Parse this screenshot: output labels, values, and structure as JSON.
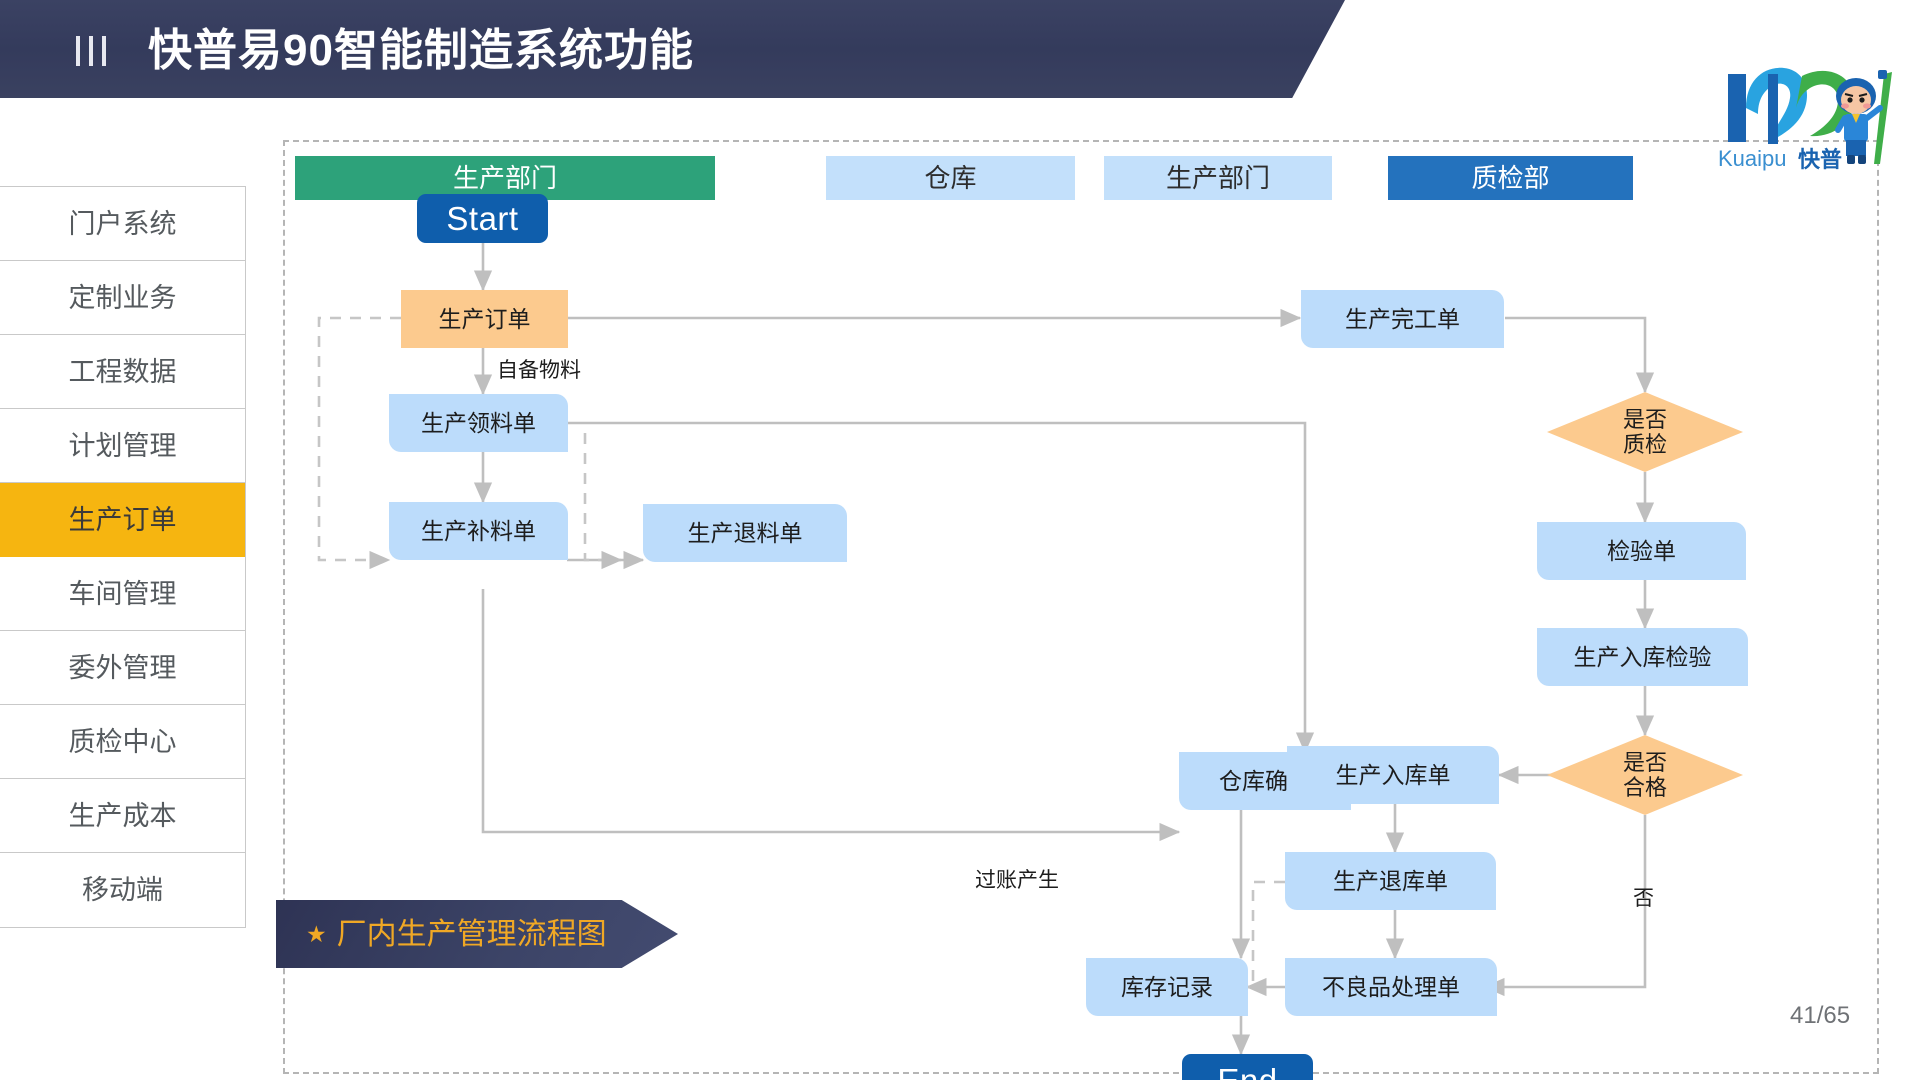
{
  "header": {
    "menu_icon": "bars-icon",
    "title": "快普易90智能制造系统功能"
  },
  "brand": {
    "logo_text_en": "Kuaipu",
    "logo_text_cn": "快普",
    "logo_icon": "kuaipu-logo-icon",
    "mascot_icon": "mascot-icon"
  },
  "sidebar": {
    "items": [
      {
        "label": "门户系统",
        "active": false
      },
      {
        "label": "定制业务",
        "active": false
      },
      {
        "label": "工程数据",
        "active": false
      },
      {
        "label": "计划管理",
        "active": false
      },
      {
        "label": "生产订单",
        "active": true
      },
      {
        "label": "车间管理",
        "active": false
      },
      {
        "label": "委外管理",
        "active": false
      },
      {
        "label": "质检中心",
        "active": false
      },
      {
        "label": "生产成本",
        "active": false
      },
      {
        "label": "移动端",
        "active": false
      }
    ]
  },
  "diagram": {
    "lanes": [
      {
        "label": "生产部门",
        "style": "green"
      },
      {
        "label": "仓库",
        "style": "light"
      },
      {
        "label": "生产部门",
        "style": "light"
      },
      {
        "label": "质检部",
        "style": "dark"
      }
    ],
    "nodes": [
      {
        "id": "start",
        "label": "Start",
        "shape": "terminator",
        "color": "#0f5eac"
      },
      {
        "id": "order",
        "label": "生产订单",
        "shape": "rect",
        "color": "#fcca8e"
      },
      {
        "id": "pick",
        "label": "生产领料单",
        "shape": "rect",
        "color": "#bcdcfb"
      },
      {
        "id": "refill",
        "label": "生产补料单",
        "shape": "rect",
        "color": "#bcdcfb"
      },
      {
        "id": "return_mat",
        "label": "生产退料单",
        "shape": "rect",
        "color": "#bcdcfb"
      },
      {
        "id": "finish",
        "label": "生产完工单",
        "shape": "rect",
        "color": "#bcdcfb"
      },
      {
        "id": "qc_check",
        "label": "是否\n质检",
        "shape": "diamond",
        "color": "#fcca8e"
      },
      {
        "id": "insp_doc",
        "label": "检验单",
        "shape": "rect",
        "color": "#bcdcfb"
      },
      {
        "id": "in_insp",
        "label": "生产入库检验",
        "shape": "rect",
        "color": "#bcdcfb"
      },
      {
        "id": "pass_check",
        "label": "是否\n合格",
        "shape": "diamond",
        "color": "#fcca8e"
      },
      {
        "id": "wh_confirm",
        "label": "仓库确认",
        "shape": "rect",
        "color": "#bcdcfb"
      },
      {
        "id": "in_stock",
        "label": "生产入库单",
        "shape": "rect",
        "color": "#bcdcfb"
      },
      {
        "id": "out_stock",
        "label": "生产退库单",
        "shape": "rect",
        "color": "#bcdcfb"
      },
      {
        "id": "defect",
        "label": "不良品处理单",
        "shape": "rect",
        "color": "#bcdcfb"
      },
      {
        "id": "inv_record",
        "label": "库存记录",
        "shape": "rect",
        "color": "#bcdcfb"
      },
      {
        "id": "end",
        "label": "End",
        "shape": "terminator",
        "color": "#0f5eac"
      }
    ],
    "edge_labels": [
      {
        "id": "lbl_self_mat",
        "text": "自备物料"
      },
      {
        "id": "lbl_posting",
        "text": "过账产生"
      },
      {
        "id": "lbl_no",
        "text": "否"
      }
    ],
    "banner": {
      "star": "★",
      "label": "厂内生产管理流程图"
    }
  },
  "footer": {
    "page_number": "41/65"
  }
}
